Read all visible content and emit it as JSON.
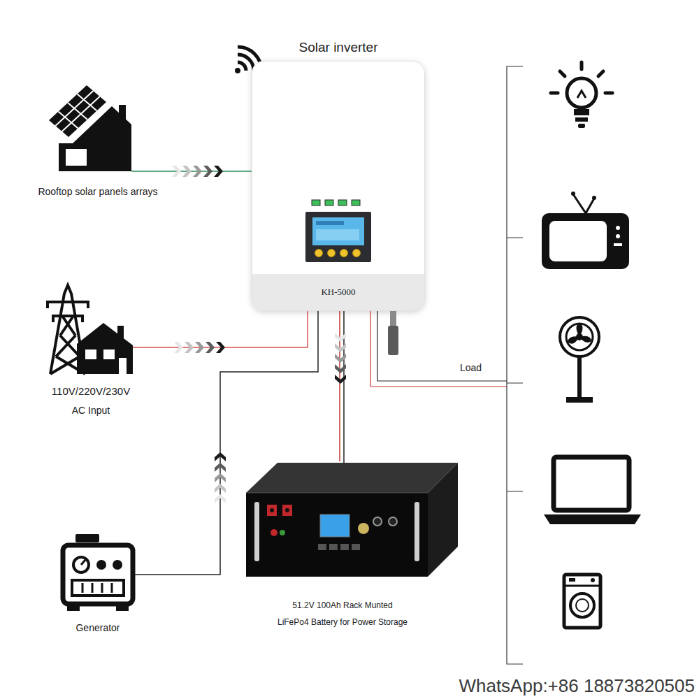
{
  "diagram": {
    "nodes": [
      {
        "text": [
          "Solar inverter",
          "KH-5000"
        ]
      },
      {
        "text": [
          "Rooftop solar panels arrays"
        ]
      },
      {
        "text": [
          "110V/220V/230V",
          "AC Input"
        ]
      },
      {
        "text": [
          "51.2V 100Ah Rack Munted",
          "LiFePo4 Battery for Power Storage"
        ]
      },
      {
        "text": [
          "Generator"
        ]
      }
    ],
    "edges": [
      {
        "from": 1,
        "to": 0,
        "arrow": "to"
      },
      {
        "from": 2,
        "to": 0,
        "arrow": "to"
      },
      {
        "from": 0,
        "to": 3,
        "arrow": "to"
      },
      {
        "from": 4,
        "to": 0,
        "arrow": "to"
      }
    ],
    "labels": [
      "Load",
      "WhatsApp:+86 18873820505"
    ]
  }
}
